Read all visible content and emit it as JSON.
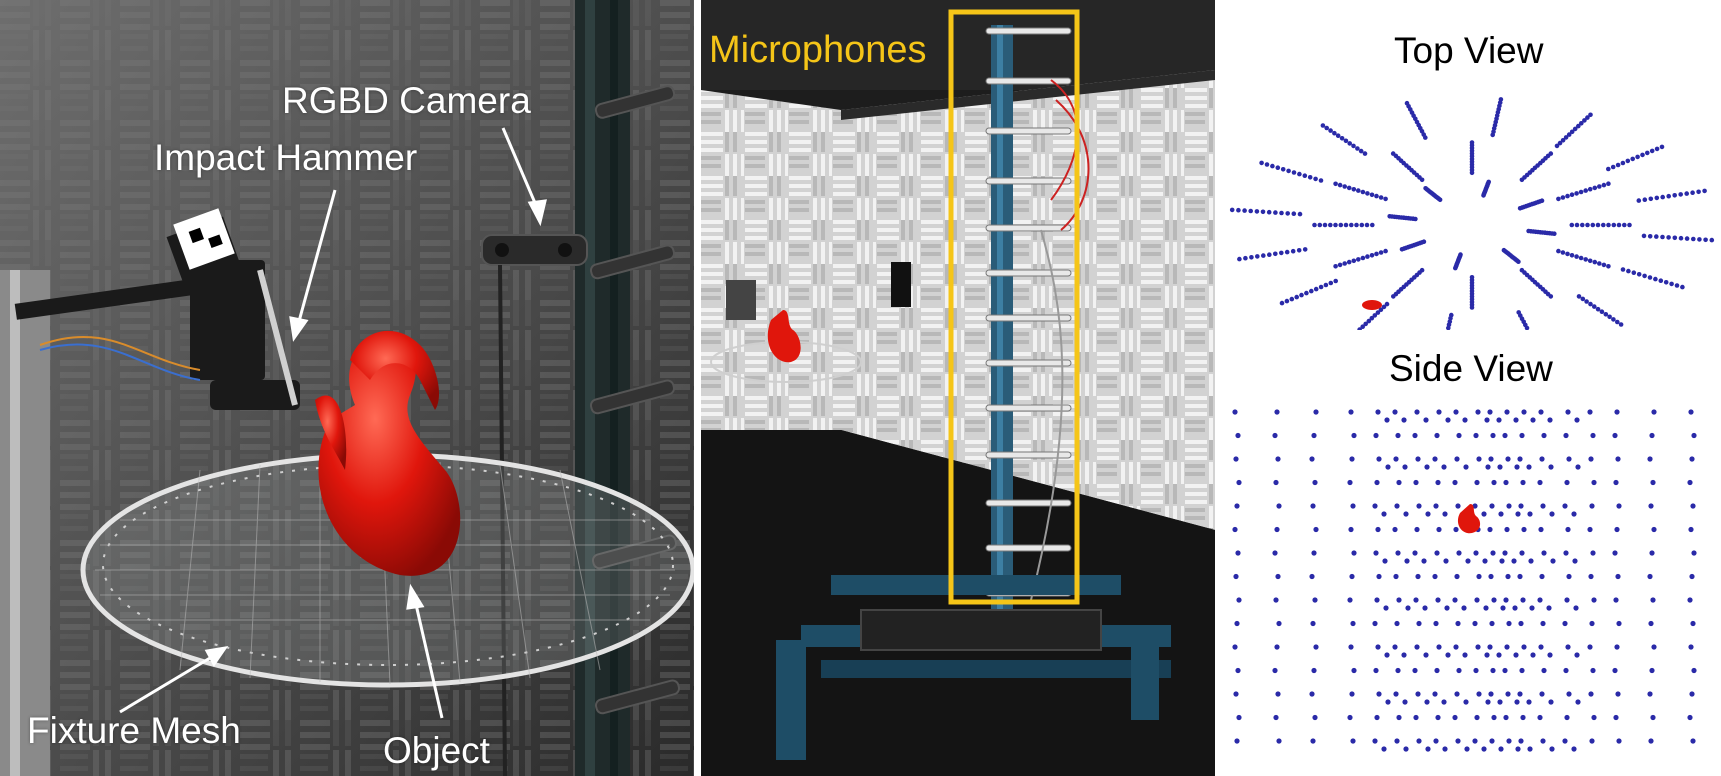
{
  "panels": {
    "hardware": {
      "labels": {
        "rgbd_camera": "RGBD Camera",
        "impact_hammer": "Impact Hammer",
        "fixture_mesh": "Fixture Mesh",
        "object": "Object"
      }
    },
    "room": {
      "labels": {
        "microphones": "Microphones"
      }
    },
    "views": {
      "top_title": "Top View",
      "side_title": "Side View"
    }
  },
  "colors": {
    "highlight_box": "#f5c518",
    "microphone_points": "#2a2aa8",
    "object_red": "#e0160c",
    "label_white": "#ffffff"
  }
}
